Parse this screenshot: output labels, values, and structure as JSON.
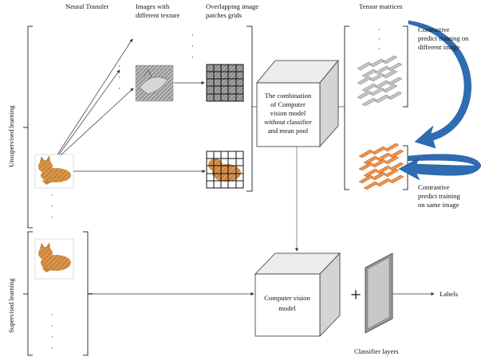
{
  "headers": {
    "neural_transfer": "Neural Transfer",
    "texture_line1": "Images with",
    "texture_line2": "different texture",
    "patches_line1": "Overlapping image",
    "patches_line2": "patches grids",
    "tensor": "Tensor matrices"
  },
  "side_labels": {
    "unsupervised": "Unsupervised learning",
    "supervised": "Supervised learning"
  },
  "cube_top": {
    "line1": "The combination",
    "line2": "of Computer",
    "line3": "vision model",
    "line4": "without classifier",
    "line5": "and mean pool"
  },
  "cube_bottom": {
    "line1": "Computer vision",
    "line2": "model"
  },
  "contrastive_different": {
    "line1": "Contrastive",
    "line2": "predict training on",
    "line3": "different image"
  },
  "contrastive_same": {
    "line1": "Contrastive",
    "line2": "predict training",
    "line3": "on same image"
  },
  "classifier": "Classifier layers",
  "plus": "+",
  "output": "Labels",
  "colors": {
    "line": "#333333",
    "cube_face": "#ffffff",
    "cube_side": "#d4d4d4",
    "cube_top_face": "#ececec",
    "gray_tensor": "#c4c4c4",
    "orange_tensor": "#f09048",
    "blue_arrow": "#2e6db4",
    "cat_fur": "#d9954a",
    "texture_gray": "#9a9a9a"
  }
}
